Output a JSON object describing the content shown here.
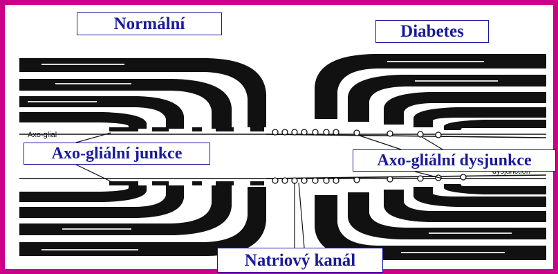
{
  "labels": {
    "normal": "Normální",
    "diabetes": "Diabetes",
    "junction": "Axo-gliální junkce",
    "dysjunction": "Axo-gliální dysjunkce",
    "sodium_channel": "Natriový kanál"
  },
  "scan_fragments": {
    "axo_glial": "Axo-glial",
    "dysjunction": "dysjunction"
  },
  "colors": {
    "frame": "#cc0088",
    "label_text": "#1a1a9c",
    "ink": "#111111"
  }
}
